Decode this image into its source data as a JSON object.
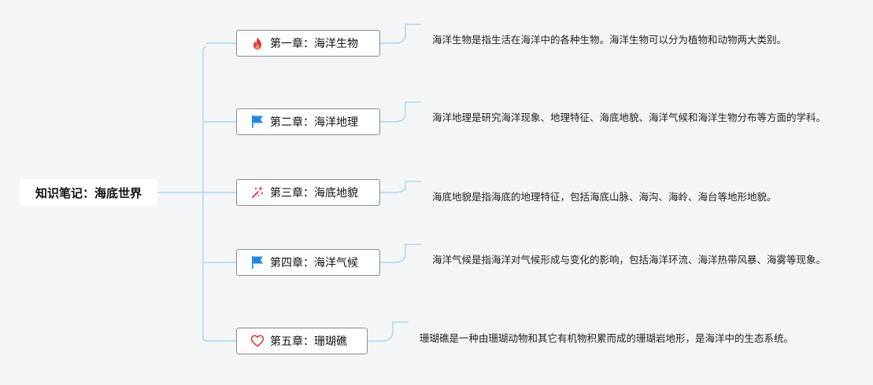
{
  "root": {
    "title": "知识笔记：海底世界"
  },
  "chapters": [
    {
      "title": "第一章：海洋生物",
      "icon": "fire-icon",
      "icon_color": "#e53935",
      "description": "海洋生物是指生活在海洋中的各种生物。海洋生物可以分为植物和动物两大类别。"
    },
    {
      "title": "第二章：海洋地理",
      "icon": "flag-icon",
      "icon_color": "#1e88e5",
      "description": "海洋地理是研究海洋现象、地理特征、海底地貌、海洋气候和海洋生物分布等方面的学科。"
    },
    {
      "title": "第三章：海底地貌",
      "icon": "sparkle-icon",
      "icon_color": "#e91e63",
      "description": "海底地貌是指海底的地理特征，包括海底山脉、海沟、海岭、海台等地形地貌。"
    },
    {
      "title": "第四章：海洋气候",
      "icon": "flag-icon",
      "icon_color": "#1e88e5",
      "description": "海洋气候是指海洋对气候形成与变化的影响，包括海洋环流、海洋热带风暴、海雾等现象。"
    },
    {
      "title": "第五章：珊瑚礁",
      "icon": "heart-icon",
      "icon_color": "#e53935",
      "description": "珊瑚礁是一种由珊瑚动物和其它有机物积累而成的珊瑚岩地形，是海洋中的生态系统。"
    }
  ],
  "colors": {
    "connector": "#9fd4ea",
    "background": "#f4f5f7"
  }
}
